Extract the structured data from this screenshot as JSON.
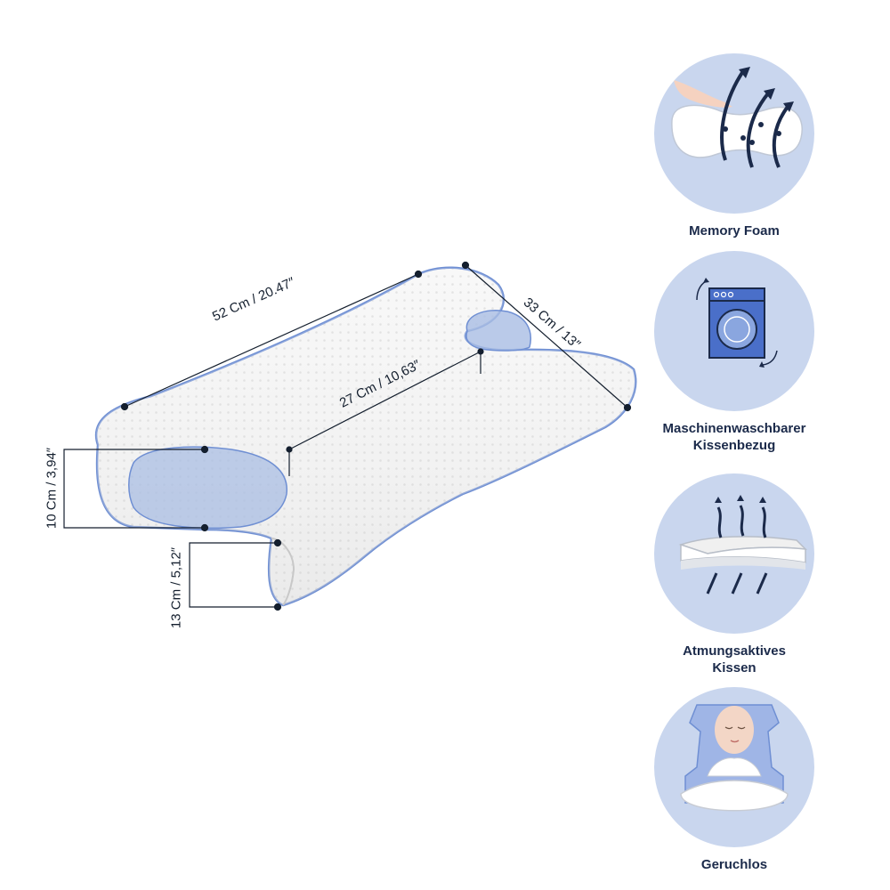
{
  "dimensions": {
    "length": "52 Cm / 20.47″",
    "depth": "33 Cm / 13″",
    "inner_width": "27 Cm / 10,63″",
    "low_height": "10 Cm / 3,94″",
    "high_height": "13 Cm / 5,12″"
  },
  "features": [
    {
      "lines": [
        "Memory Foam"
      ],
      "icon": "memory-foam-icon"
    },
    {
      "lines": [
        "Maschinenwaschbarer",
        "Kissenbezug"
      ],
      "icon": "washing-machine-icon"
    },
    {
      "lines": [
        "Atmungsaktives",
        "Kissen"
      ],
      "icon": "breathable-pillow-icon"
    },
    {
      "lines": [
        "Geruchlos"
      ],
      "icon": "sleeping-person-icon"
    }
  ],
  "colors": {
    "accent_blue": "#6f8fd3",
    "circle_bg": "#c9d6ee",
    "navy": "#1b2a4a",
    "pillow": "#f4f4f4"
  }
}
